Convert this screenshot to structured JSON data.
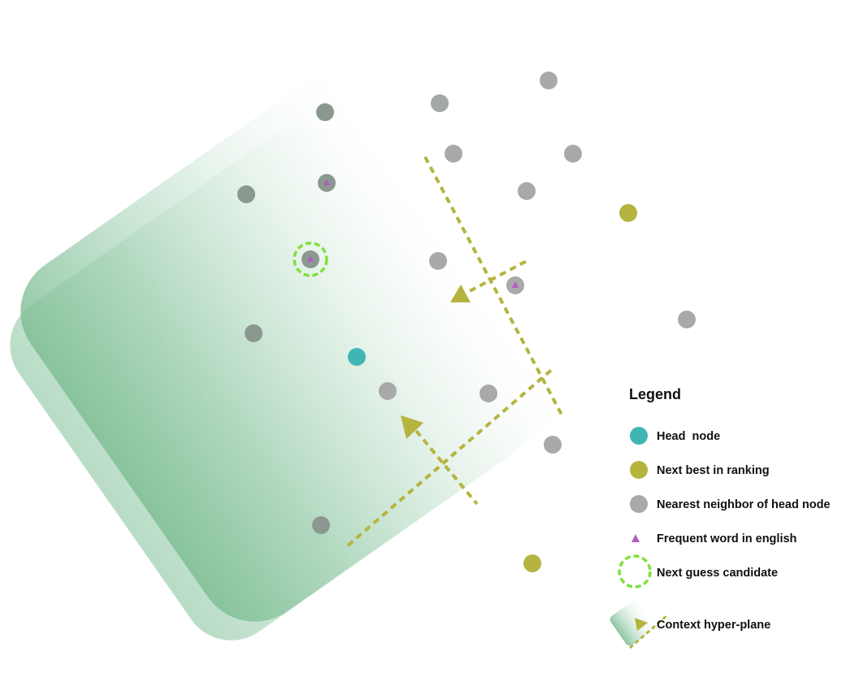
{
  "legend": {
    "title": "Legend",
    "items": [
      {
        "key": "head",
        "label": "Head  node"
      },
      {
        "key": "next_best",
        "label": "Next best in ranking"
      },
      {
        "key": "neighbor",
        "label": "Nearest neighbor of head node"
      },
      {
        "key": "frequent",
        "label": "Frequent word in english"
      },
      {
        "key": "candidate",
        "label": "Next guess candidate"
      },
      {
        "key": "hyperplane",
        "label": "Context hyper-plane"
      }
    ]
  },
  "colors": {
    "head_node": "#3fb6b4",
    "next_best": "#b5b43e",
    "neighbor": "#a9a9a9",
    "neighbor_on_plane": "#8a9890",
    "frequent_word": "#b25cc0",
    "candidate_ring": "#7fe03a",
    "plane": "#7fbf96",
    "plane_arrow": "#b5b43e"
  },
  "icons": {
    "triangle": "frequent-word-triangle-icon",
    "arrow": "direction-arrow-icon"
  }
}
